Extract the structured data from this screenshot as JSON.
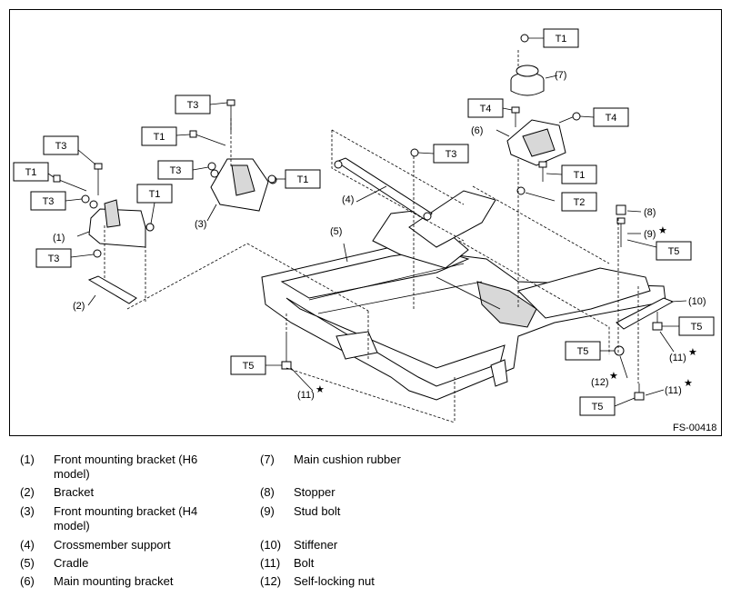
{
  "figure_code": "FS-00418",
  "callouts": {
    "n1": "(1)",
    "n2": "(2)",
    "n3": "(3)",
    "n4": "(4)",
    "n5": "(5)",
    "n6": "(6)",
    "n7": "(7)",
    "n8": "(8)",
    "n9": "(9)",
    "n10": "(10)",
    "n11a": "(11)",
    "n11b": "(11)",
    "n11c": "(11)",
    "n12": "(12)"
  },
  "star": "★",
  "torque": {
    "t3_top": "T3",
    "t1_left": "T1",
    "t3_mid": "T3",
    "t1_mid": "T1",
    "t3_a": "T3",
    "t1_a": "T1",
    "t3_b": "T3",
    "t1_b": "T1",
    "t3_c": "T3",
    "t3_center": "T3",
    "t1_top": "T1",
    "t4_a": "T4",
    "t4_b": "T4",
    "t1_right": "T1",
    "t2": "T2",
    "t5_a": "T5",
    "t5_b": "T5",
    "t5_c": "T5",
    "t5_d": "T5",
    "t5_e": "T5"
  },
  "legend": [
    {
      "num": "(1)",
      "text": "Front mounting bracket (H6 model)"
    },
    {
      "num": "(2)",
      "text": "Bracket"
    },
    {
      "num": "(3)",
      "text": "Front mounting bracket (H4 model)"
    },
    {
      "num": "(4)",
      "text": "Crossmember support"
    },
    {
      "num": "(5)",
      "text": "Cradle"
    },
    {
      "num": "(6)",
      "text": "Main mounting bracket"
    },
    {
      "num": "(7)",
      "text": "Main cushion rubber"
    },
    {
      "num": "(8)",
      "text": "Stopper"
    },
    {
      "num": "(9)",
      "text": "Stud bolt"
    },
    {
      "num": "(10)",
      "text": "Stiffener"
    },
    {
      "num": "(11)",
      "text": "Bolt"
    },
    {
      "num": "(12)",
      "text": "Self-locking nut"
    }
  ]
}
